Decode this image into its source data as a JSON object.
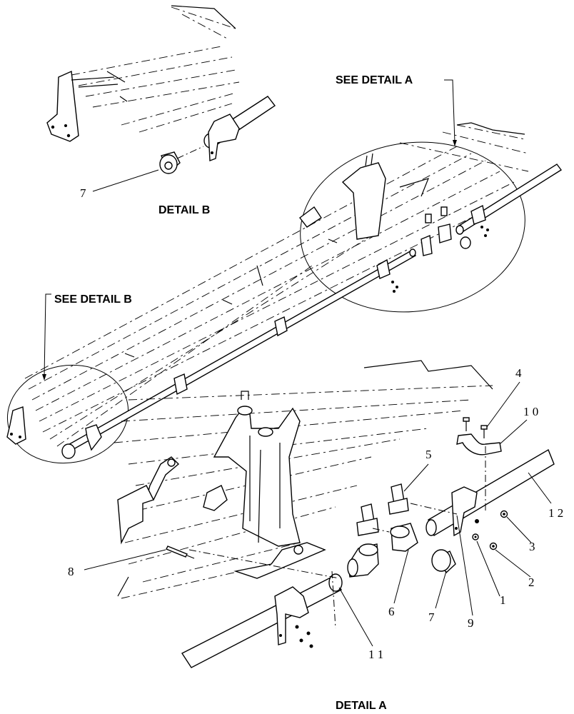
{
  "labels": {
    "see_detail_a": "SEE DETAIL  A",
    "see_detail_b": "SEE DETAIL  B",
    "detail_a": "DETAIL  A",
    "detail_b": "DETAIL  B"
  },
  "callouts": {
    "c1": "1",
    "c2": "2",
    "c3": "3",
    "c4": "4",
    "c5": "5",
    "c6": "6",
    "c7_detail_b": "7",
    "c7_detail_a": "7",
    "c8": "8",
    "c9": "9",
    "c10": "1 0",
    "c11": "1 1",
    "c12": "1 2"
  }
}
